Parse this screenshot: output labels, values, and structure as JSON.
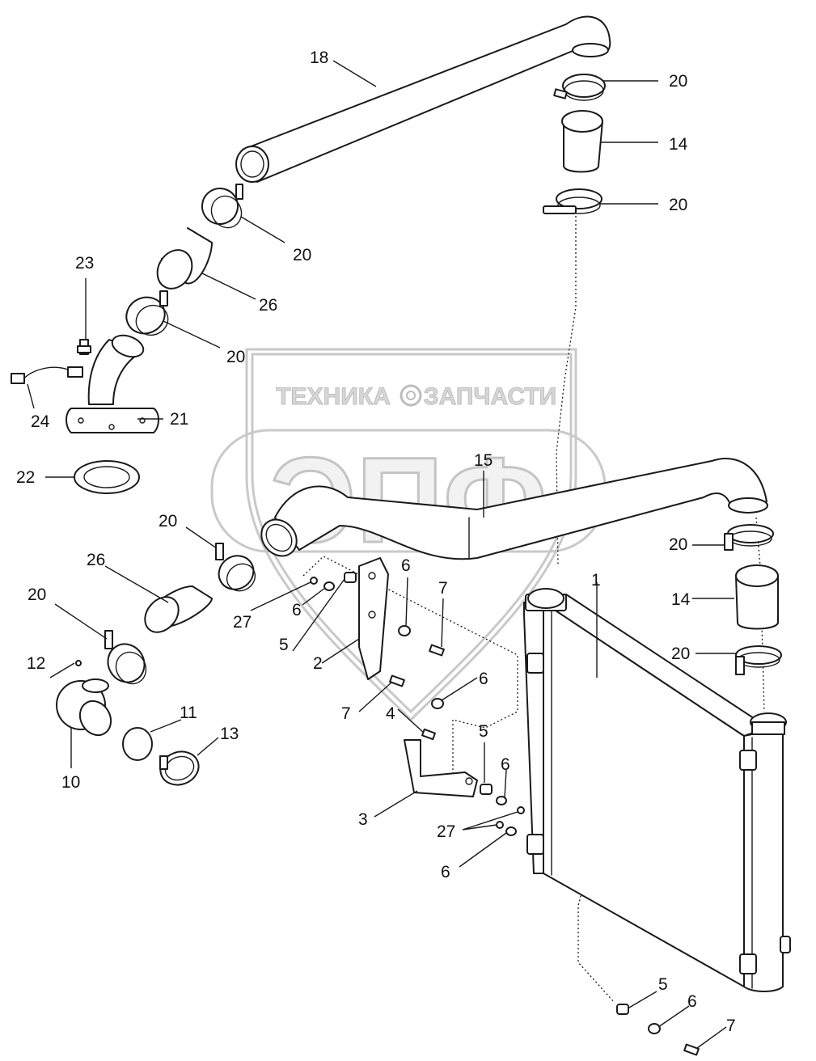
{
  "watermark": {
    "line1_left": "ТЕХНИКА",
    "line1_right": "ЗАПЧАСТИ",
    "logo": "ЭПФ",
    "gear_icon": "gear-icon"
  },
  "callouts": [
    "18",
    "20",
    "14",
    "20",
    "20",
    "26",
    "23",
    "20",
    "24",
    "21",
    "22",
    "20",
    "15",
    "26",
    "20",
    "1",
    "20",
    "14",
    "20",
    "6",
    "7",
    "27",
    "6",
    "5",
    "2",
    "12",
    "6",
    "7",
    "4",
    "11",
    "13",
    "10",
    "5",
    "6",
    "3",
    "27",
    "6",
    "5",
    "6",
    "7"
  ]
}
